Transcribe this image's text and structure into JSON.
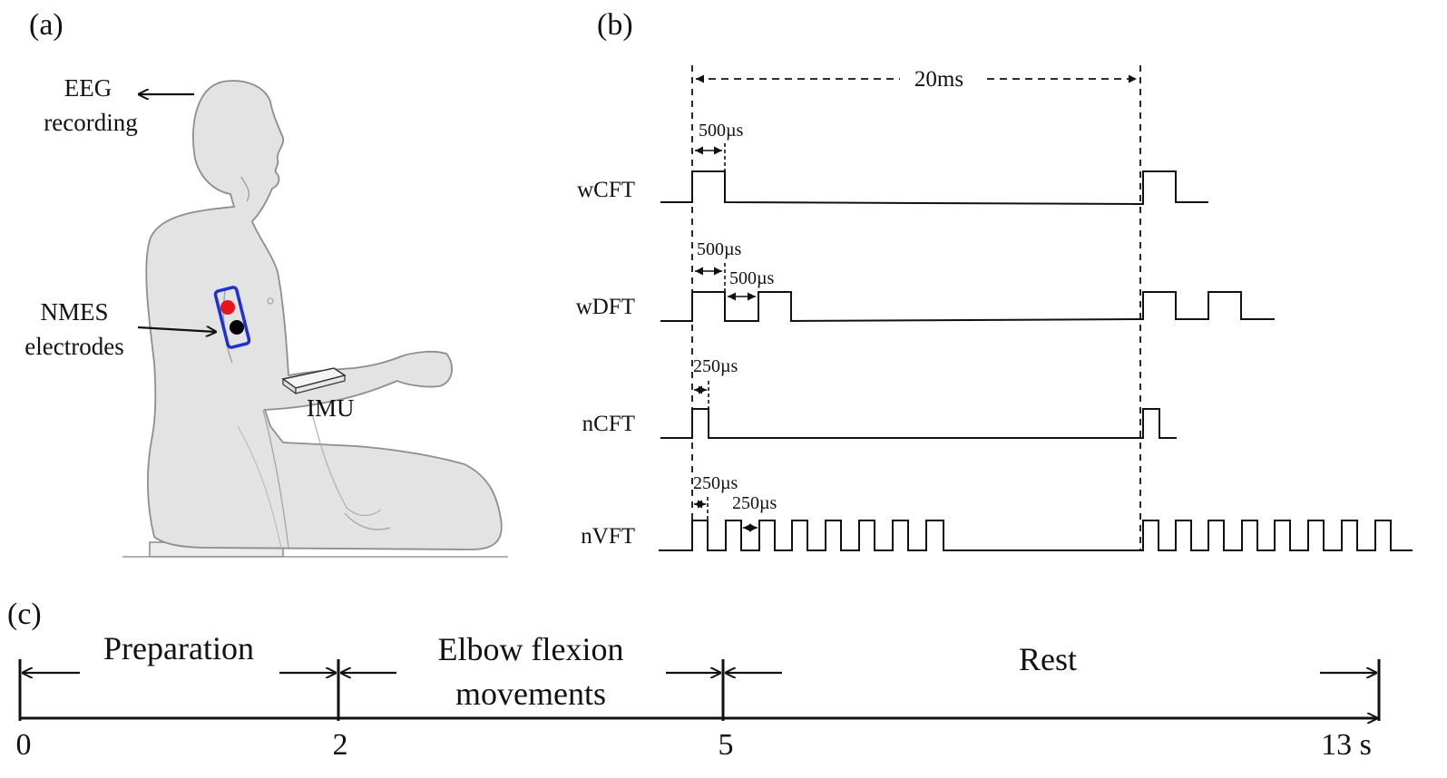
{
  "panels": {
    "a": "(a)",
    "b": "(b)",
    "c": "(c)"
  },
  "panel_a": {
    "eeg_line1": "EEG",
    "eeg_line2": "recording",
    "nmes_line1": "NMES",
    "nmes_line2": "electrodes",
    "imu": "IMU",
    "electrode_colors": {
      "box": "#1f2fd6",
      "positive": "#e8141b",
      "negative": "#000000"
    },
    "body_color": "#e3e3e3"
  },
  "panel_b": {
    "period": "20ms",
    "waveforms": [
      {
        "name": "wCFT",
        "notes": [
          "500µs"
        ]
      },
      {
        "name": "wDFT",
        "notes": [
          "500µs",
          "500µs"
        ]
      },
      {
        "name": "nCFT",
        "notes": [
          "250µs"
        ]
      },
      {
        "name": "nVFT",
        "notes": [
          "250µs",
          "250µs"
        ]
      }
    ]
  },
  "panel_c": {
    "phases": {
      "preparation": "Preparation",
      "flexion_line1": "Elbow flexion",
      "flexion_line2": "movements",
      "rest": "Rest"
    },
    "ticks": [
      "0",
      "2",
      "5",
      "13 s"
    ]
  }
}
